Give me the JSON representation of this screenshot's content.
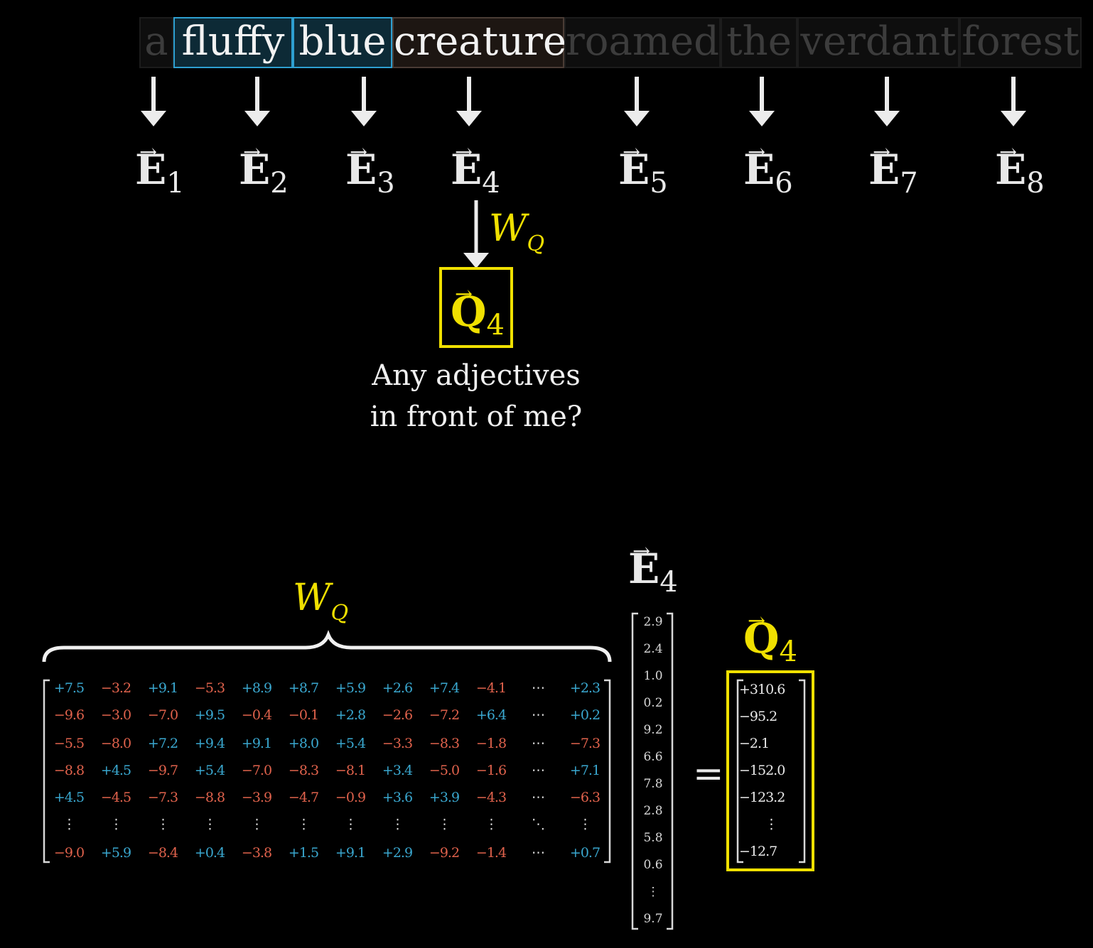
{
  "tokens": [
    {
      "text": "a",
      "kind": "dim"
    },
    {
      "text": "fluffy",
      "kind": "adj"
    },
    {
      "text": "blue",
      "kind": "adj"
    },
    {
      "text": "creature",
      "kind": "noun"
    },
    {
      "text": "roamed",
      "kind": "dim"
    },
    {
      "text": "the",
      "kind": "dim"
    },
    {
      "text": "verdant",
      "kind": "dim"
    },
    {
      "text": "forest",
      "kind": "dim"
    }
  ],
  "embeddings": {
    "symbol": "E",
    "subscripts": [
      "1",
      "2",
      "3",
      "4",
      "5",
      "6",
      "7",
      "8"
    ]
  },
  "query": {
    "weight_symbol": "W",
    "weight_subscript": "Q",
    "symbol": "Q",
    "subscript": "4",
    "question_line1": "Any adjectives",
    "question_line2": "in front of me?"
  },
  "matrix_label": {
    "symbol": "W",
    "subscript": "Q"
  },
  "vector_label": {
    "symbol": "E",
    "subscript": "4"
  },
  "result_label": {
    "symbol": "Q",
    "subscript": "4"
  },
  "equals": "=",
  "matrix_rows": [
    [
      "+7.5",
      "−3.2",
      "+9.1",
      "−5.3",
      "+8.9",
      "+8.7",
      "+5.9",
      "+2.6",
      "+7.4",
      "−4.1",
      "⋯",
      "+2.3"
    ],
    [
      "−9.6",
      "−3.0",
      "−7.0",
      "+9.5",
      "−0.4",
      "−0.1",
      "+2.8",
      "−2.6",
      "−7.2",
      "+6.4",
      "⋯",
      "+0.2"
    ],
    [
      "−5.5",
      "−8.0",
      "+7.2",
      "+9.4",
      "+9.1",
      "+8.0",
      "+5.4",
      "−3.3",
      "−8.3",
      "−1.8",
      "⋯",
      "−7.3"
    ],
    [
      "−8.8",
      "+4.5",
      "−9.7",
      "+5.4",
      "−7.0",
      "−8.3",
      "−8.1",
      "+3.4",
      "−5.0",
      "−1.6",
      "⋯",
      "+7.1"
    ],
    [
      "+4.5",
      "−4.5",
      "−7.3",
      "−8.8",
      "−3.9",
      "−4.7",
      "−0.9",
      "+3.6",
      "+3.9",
      "−4.3",
      "⋯",
      "−6.3"
    ],
    [
      "⋮",
      "⋮",
      "⋮",
      "⋮",
      "⋮",
      "⋮",
      "⋮",
      "⋮",
      "⋮",
      "⋮",
      "⋱",
      "⋮"
    ],
    [
      "−9.0",
      "+5.9",
      "−8.4",
      "+0.4",
      "−3.8",
      "+1.5",
      "+9.1",
      "+2.9",
      "−9.2",
      "−1.4",
      "⋯",
      "+0.7"
    ]
  ],
  "embedding_vector": [
    "2.9",
    "2.4",
    "1.0",
    "0.2",
    "9.2",
    "6.6",
    "7.8",
    "2.8",
    "5.8",
    "0.6",
    "⋮",
    "9.7"
  ],
  "query_vector": [
    "+310.6",
    "−95.2",
    "−2.1",
    "−152.0",
    "−123.2",
    "⋮",
    "−12.7"
  ],
  "colors": {
    "highlight": "#f0e000",
    "positive": "#3aa8d0",
    "negative": "#e0624c",
    "adjective_border": "#2e9fd0"
  }
}
